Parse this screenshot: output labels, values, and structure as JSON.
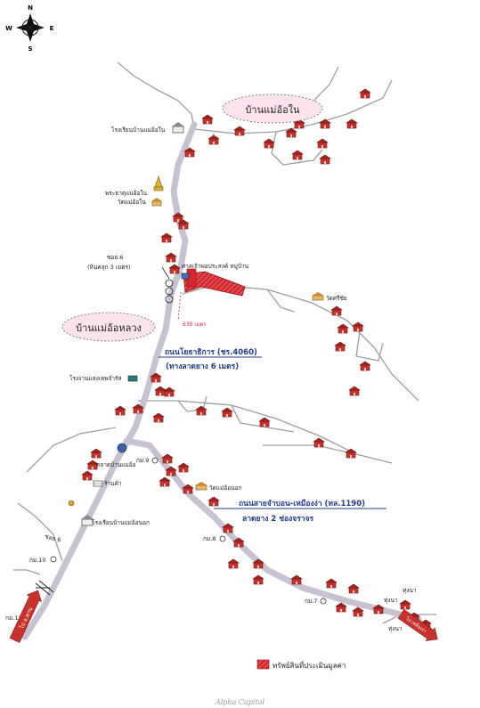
{
  "compass": {
    "n": "N",
    "s": "S",
    "e": "E",
    "w": "W"
  },
  "villages": {
    "mae_or_nai": "บ้านแม่อ้อใน",
    "mae_or_luang": "บ้านแม่อ้อหลวง"
  },
  "places": {
    "school_mae_or_nai": "โรงเรียนบ้านแม่อ้อใน",
    "pagoda_line1": "พระธาตุแม่อ้อใน",
    "pagoda_line2": "วัดแม่อ้อใน",
    "soi6_line1": "ซอย.6",
    "soi6_line2": "(หินคลุก 3 เมตร)",
    "shrine": "ศาลเจ้าพ่อประสงค์ หมู่บ้าน",
    "wat_right": "วัดศรีชัย",
    "distance": "630 เมตร",
    "factory": "โรงงานแสงเทพจำรัส",
    "market": "ตลาดบ้านแม่อ้อ",
    "shop": "ร้านค้า",
    "km9": "กม.9",
    "wat_mae_or_nok": "วัดแม่อ้อนอก",
    "school_mae_or_nok": "โรงเรียนบ้านแม่อ้อนอก",
    "soi6_lower": "ซอย 6",
    "km10": "กม.10",
    "km8": "กม.8",
    "km7": "กม.7",
    "km11": "กม.11",
    "hungna1": "ทุ่งนา",
    "hungna2": "ทุ่งนา",
    "hungna3": "ทุ่งนา",
    "to_phan": "ไป อ.พาน",
    "to_mueang_nga": "ไป เหมืองง่า"
  },
  "roads": {
    "road1_name": "ถนนโยธาธิการ (ชร.4060)",
    "road1_surface": "(ทางลาดยาง 6 เมตร)",
    "road2_name": "ถนนสายจำบอน-เหมืองง่า (ทล.1190)",
    "road2_surface": "ลาดยาง 2 ช่องจราจร"
  },
  "legend": {
    "label": "ทรัพย์สินที่ประเมินมูลค่า"
  },
  "footer": "Alpha Capital",
  "colors": {
    "road": "#c7c1d1",
    "house": "#c8322c",
    "property": "#d3282f",
    "village_bubble": "#fbe3ee",
    "road_text": "#1f3b87"
  }
}
